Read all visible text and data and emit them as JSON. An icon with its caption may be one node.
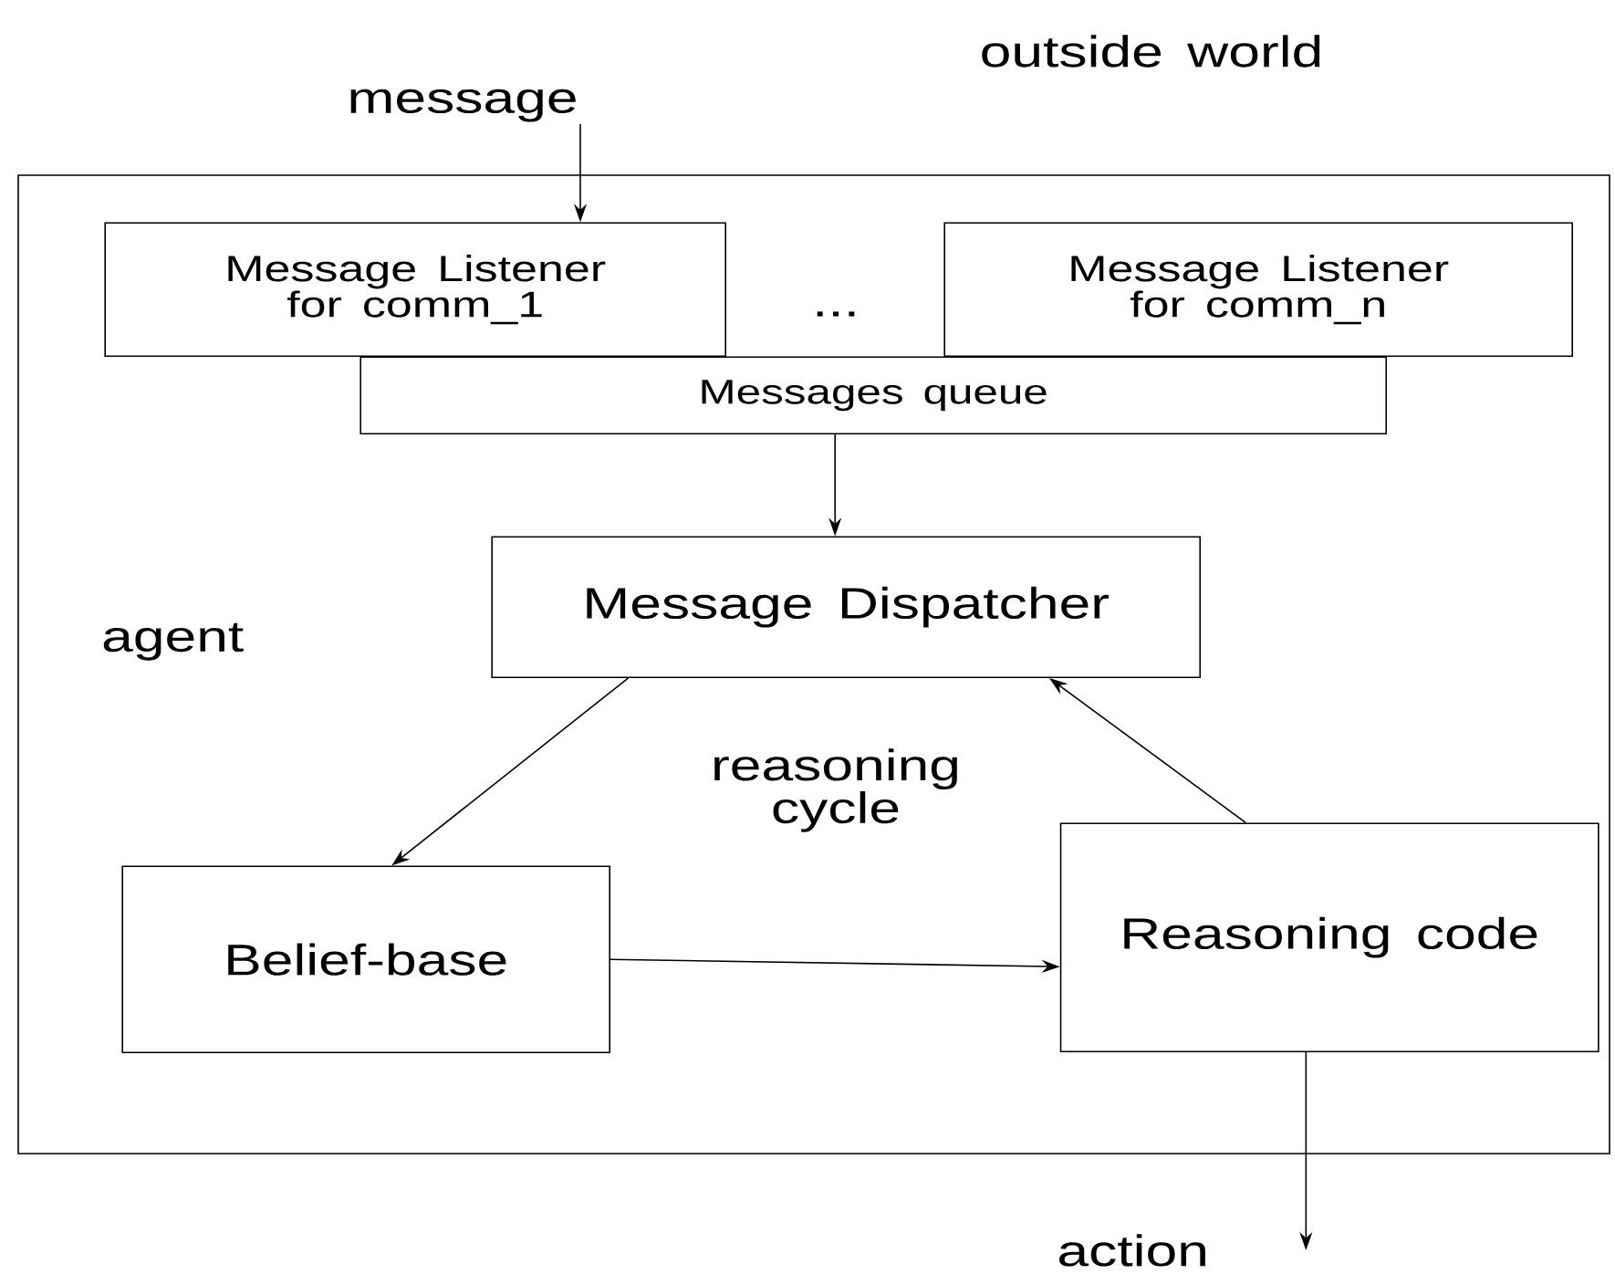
{
  "diagram": {
    "nodes": [
      {
        "text": [
          "agent"
        ]
      },
      {
        "text": [
          "Message Listener for comm_1"
        ],
        "in": 0
      },
      {
        "text": [
          "Message Listener for comm_n"
        ],
        "in": 0
      },
      {
        "text": [
          "Messages queue"
        ],
        "in": 0
      },
      {
        "text": [
          "Message Dispatcher"
        ],
        "in": 0
      },
      {
        "text": [
          "Belief-base"
        ],
        "in": 0
      },
      {
        "text": [
          "Reasoning code"
        ],
        "in": 0
      },
      {
        "text": [
          "message"
        ]
      },
      {
        "text": [
          "action"
        ]
      }
    ],
    "edges": [
      {
        "from": 7,
        "to": 1,
        "arrow": "to"
      },
      {
        "from": 3,
        "to": 4,
        "arrow": "to"
      },
      {
        "from": 4,
        "to": 5,
        "arrow": "to"
      },
      {
        "from": 5,
        "to": 6,
        "arrow": "to"
      },
      {
        "from": 6,
        "to": 4,
        "arrow": "to"
      },
      {
        "from": 6,
        "to": 8,
        "arrow": "to"
      }
    ],
    "labels": [
      "outside world",
      "...",
      "reasoning cycle"
    ]
  }
}
